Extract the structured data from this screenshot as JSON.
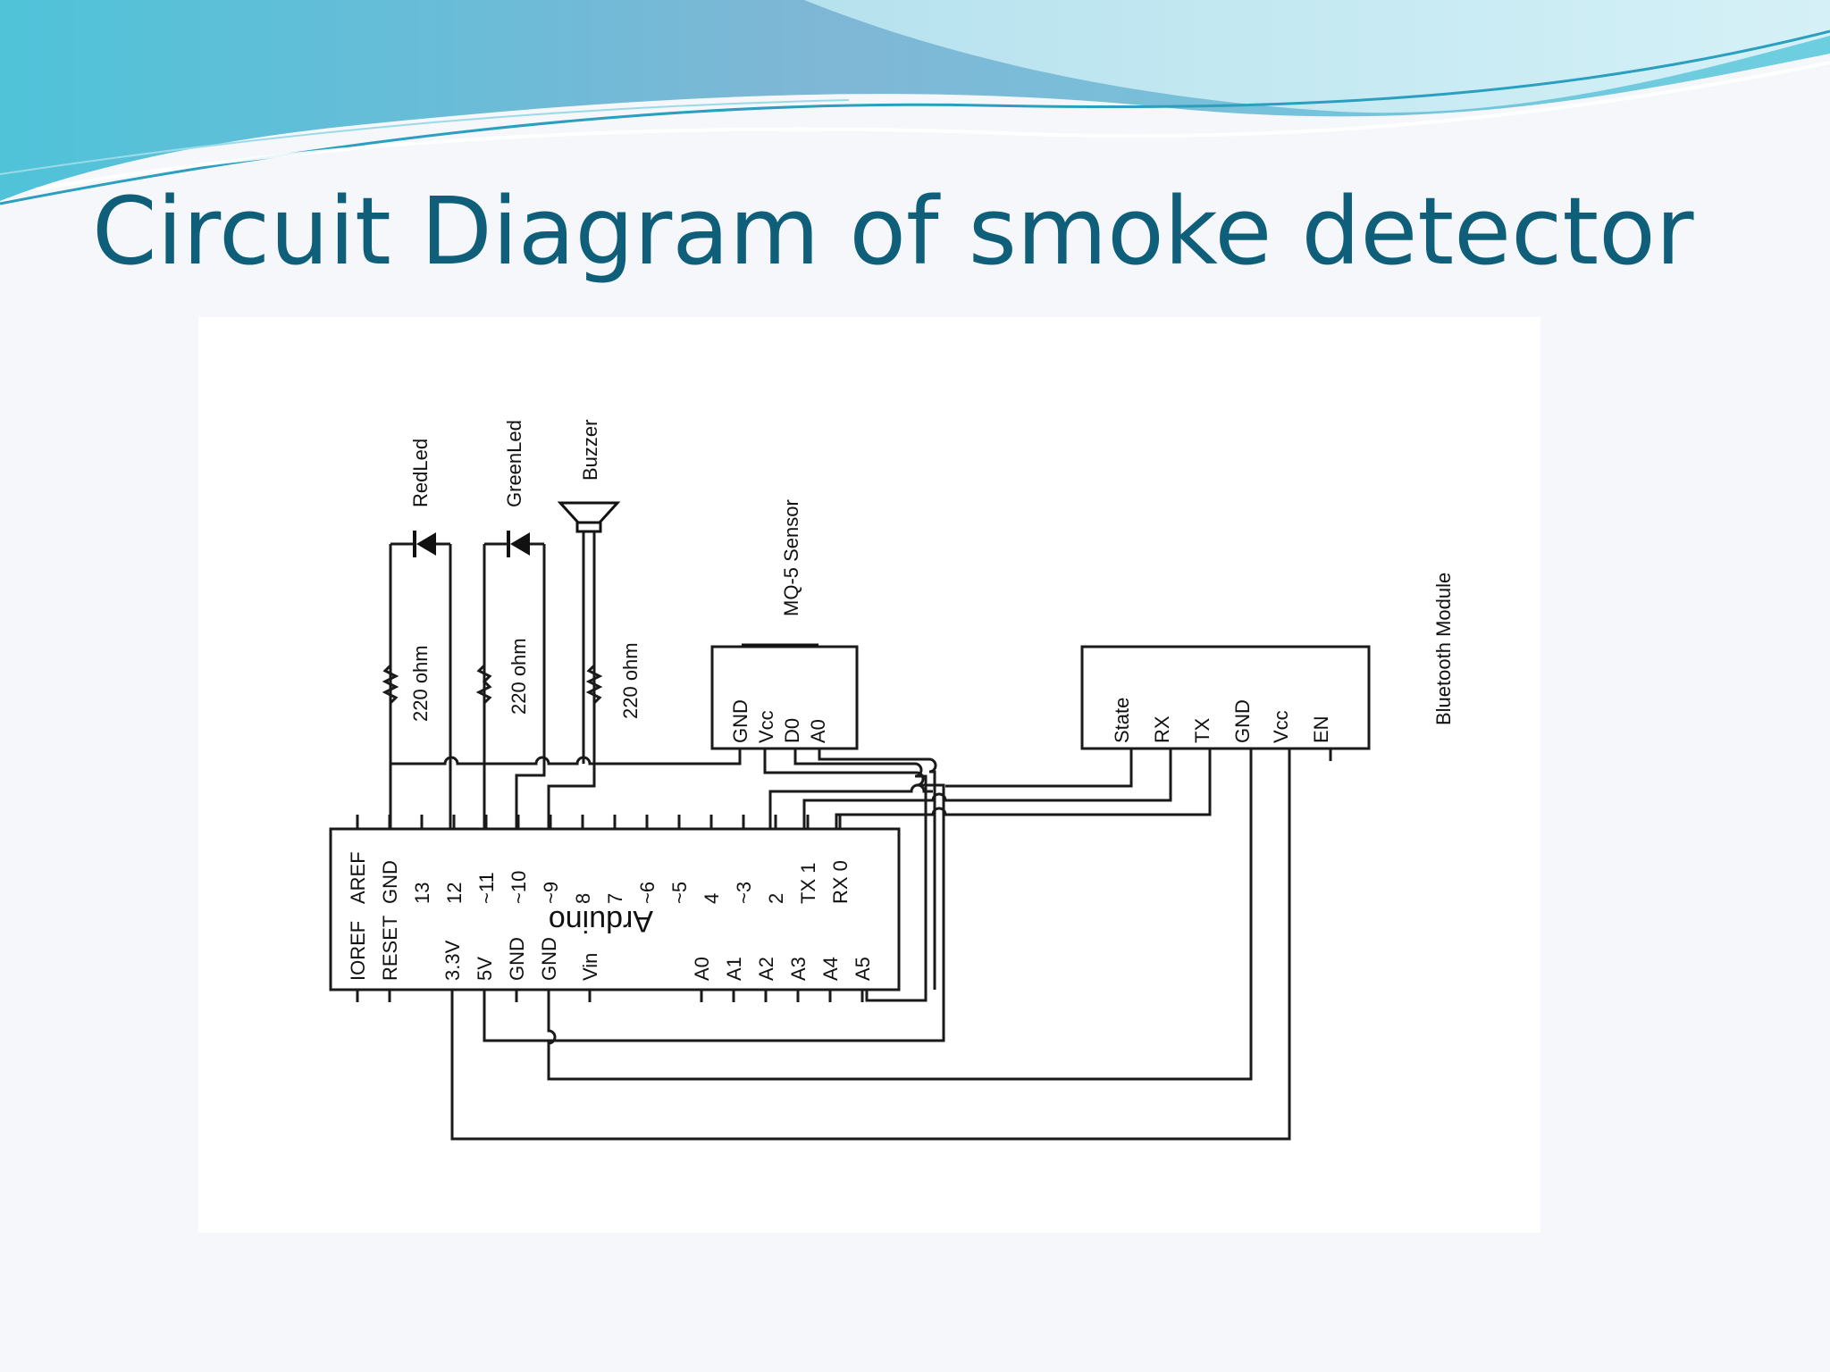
{
  "slide": {
    "title": "Circuit Diagram of smoke detector",
    "colors": {
      "title": "#0f5f7a",
      "wave_dark": "#3fa7c8",
      "wave_light": "#8fd8e8",
      "background": "#f5f7fa"
    }
  },
  "diagram": {
    "components": {
      "red_led": "RedLed",
      "green_led": "GreenLed",
      "buzzer": "Buzzer",
      "resistor_1": "220 ohm",
      "resistor_2": "220 ohm",
      "resistor_3": "220 ohm",
      "sensor": "MQ-5 Sensor",
      "bluetooth": "Bluetooth Module",
      "arduino": "Arduino"
    },
    "sensor_pins": [
      "GND",
      "Vcc",
      "D0",
      "A0"
    ],
    "bluetooth_pins": [
      "State",
      "RX",
      "TX",
      "GND",
      "Vcc",
      "EN"
    ],
    "arduino_top_pins": [
      "AREF",
      "GND",
      "13",
      "12",
      "~11",
      "~10",
      "~9",
      "8",
      "7",
      "~6",
      "~5",
      "4",
      "~3",
      "2",
      "TX 1",
      "RX 0"
    ],
    "arduino_bottom_pins": [
      "IOREF",
      "RESET",
      "3.3V",
      "5V",
      "GND",
      "GND",
      "Vin",
      "A0",
      "A1",
      "A2",
      "A3",
      "A4",
      "A5"
    ]
  }
}
